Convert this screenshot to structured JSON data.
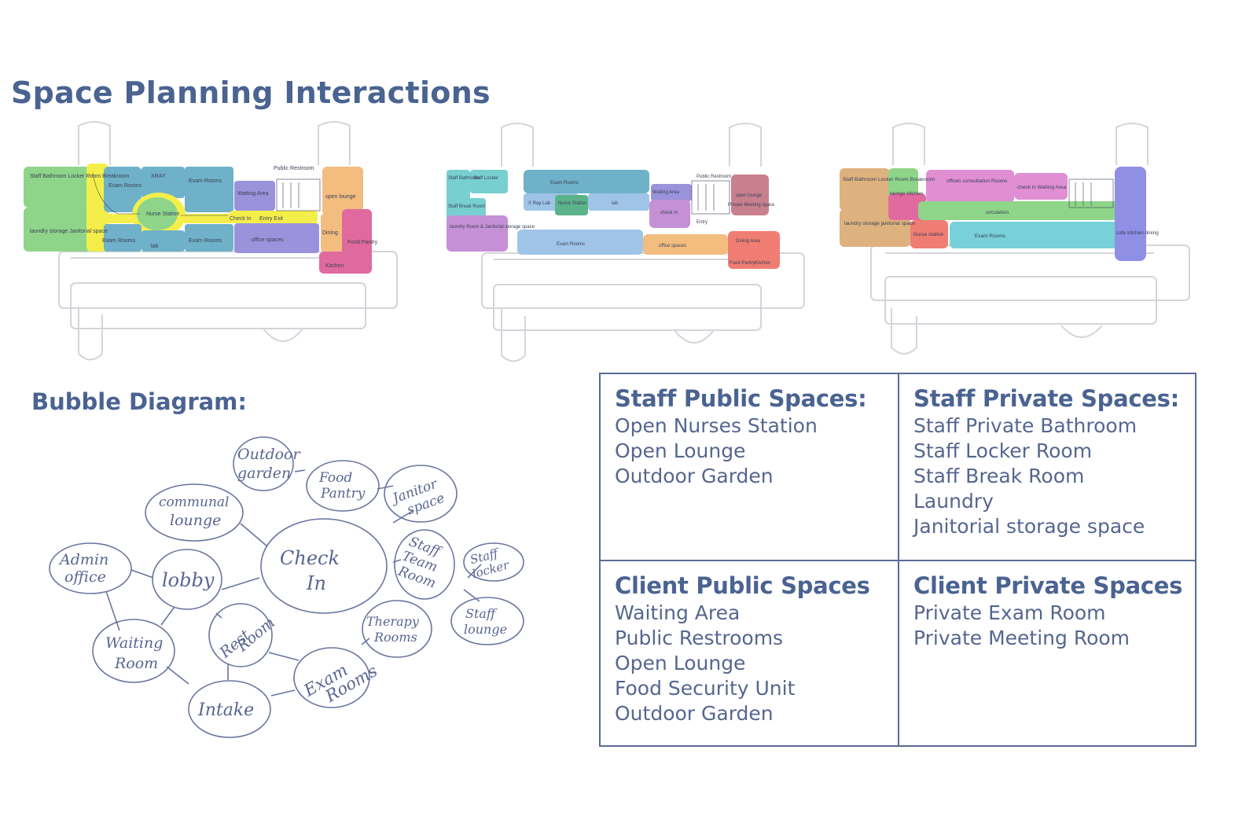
{
  "page": {
    "title": "Space Planning Interactions",
    "subtitle": "Bubble Diagram:"
  },
  "colors": {
    "heading": "#4a6391",
    "text": "#56668f",
    "border": "#5b6b95",
    "plan_outline": "#cfd2d8",
    "zones": {
      "green": "#8ed58a",
      "yellow": "#f4ee4a",
      "blue": "#6fb1c8",
      "purple": "#9a93db",
      "orange": "#f3bd80",
      "pink": "#e06a9e",
      "teal": "#78cfcf",
      "lavender": "#c590d6",
      "salmon": "#f07d73",
      "lightblue": "#9fc4e8",
      "tan": "#ddb27e",
      "violet": "#8f8fe6"
    }
  },
  "plans": [
    {
      "labels": {
        "staff_bath": "Staff Bathroom Locker Room Breakroom",
        "laundry": "laundry storage Janitorial space",
        "exam1": "Exam Rooms",
        "xray": "XRAY",
        "exam2": "Exam Rooms",
        "nurse": "Nurse Station",
        "exam3": "Exam Rooms",
        "lab": "lab",
        "exam4": "Exam Rooms",
        "waiting": "Waiting Area",
        "public_restroom": "Public Restroom",
        "checkin": "Check In",
        "entry": "Entry Exit",
        "office": "office spaces",
        "lounge": "open lounge",
        "dining": "Dining",
        "kitchen": "Kitchen",
        "food": "Food Pantry"
      }
    },
    {
      "labels": {
        "staff_bath": "Staff Bathroom",
        "staff_locker": "Staff Locker",
        "staff_break": "Staff Break Room",
        "laundry": "laundry Room & Janitorial storage space",
        "exam_top": "Exam Rooms",
        "xray": "X Ray Lab",
        "nurse": "Nurse Station",
        "lab": "lab",
        "waiting": "Waiting Area",
        "check_in": "check in",
        "entry": "Entry",
        "exam_bottom": "Exam Rooms",
        "office": "office spaces",
        "dining": "Dining Area",
        "lounge": "open lounge",
        "meeting": "Private Meeting space",
        "food": "Food Pantry",
        "kitchen": "Kitchen",
        "public_bath": "Public Restroom"
      }
    },
    {
      "labels": {
        "staff_bath": "Staff Bathroom Locker Room Breakroom",
        "lounge": "lounge kitchen",
        "offices": "offices consultation Rooms",
        "checkin": "check in Waiting Area",
        "circulation": "circulation",
        "laundry": "laundry storage janitorial space",
        "nurse": "Nurse station",
        "exam": "Exam Rooms",
        "cafe": "cafe kitchen dining"
      }
    }
  ],
  "bubbles": [
    {
      "id": "outdoor",
      "text": [
        "Outdoor",
        "garden"
      ]
    },
    {
      "id": "food",
      "text": [
        "Food",
        "Pantry"
      ]
    },
    {
      "id": "communal",
      "text": [
        "communal",
        "lounge"
      ]
    },
    {
      "id": "janitor",
      "text": [
        "Janitor",
        "space"
      ]
    },
    {
      "id": "admin",
      "text": [
        "Admin",
        "office"
      ]
    },
    {
      "id": "lobby",
      "text": [
        "lobby"
      ]
    },
    {
      "id": "checkin",
      "text": [
        "Check",
        "In"
      ]
    },
    {
      "id": "staffteam",
      "text": [
        "Staff",
        "Team",
        "Room"
      ]
    },
    {
      "id": "stafflocker",
      "text": [
        "Staff",
        "locker"
      ]
    },
    {
      "id": "stafflounge",
      "text": [
        "Staff",
        "lounge"
      ]
    },
    {
      "id": "waiting",
      "text": [
        "Waiting",
        "Room"
      ]
    },
    {
      "id": "restroom",
      "text": [
        "Rest",
        "Room"
      ]
    },
    {
      "id": "therapy",
      "text": [
        "Therapy",
        "Rooms"
      ]
    },
    {
      "id": "exam",
      "text": [
        "Exam",
        "Rooms"
      ]
    },
    {
      "id": "intake",
      "text": [
        "Intake"
      ]
    }
  ],
  "spaces": {
    "staff_public": {
      "title": "Staff Public Spaces:",
      "items": [
        "Open Nurses Station",
        "Open Lounge",
        "Outdoor Garden"
      ]
    },
    "staff_private": {
      "title": "Staff Private Spaces:",
      "items": [
        "Staff Private Bathroom",
        "Staff Locker Room",
        "Staff Break Room",
        "Laundry",
        "Janitorial storage space"
      ]
    },
    "client_public": {
      "title": "Client Public Spaces",
      "items": [
        "Waiting Area",
        "Public Restrooms",
        "Open Lounge",
        "Food Security Unit",
        "Outdoor Garden"
      ]
    },
    "client_private": {
      "title": "Client Private Spaces",
      "items": [
        "Private Exam Room",
        "Private Meeting Room"
      ]
    }
  }
}
